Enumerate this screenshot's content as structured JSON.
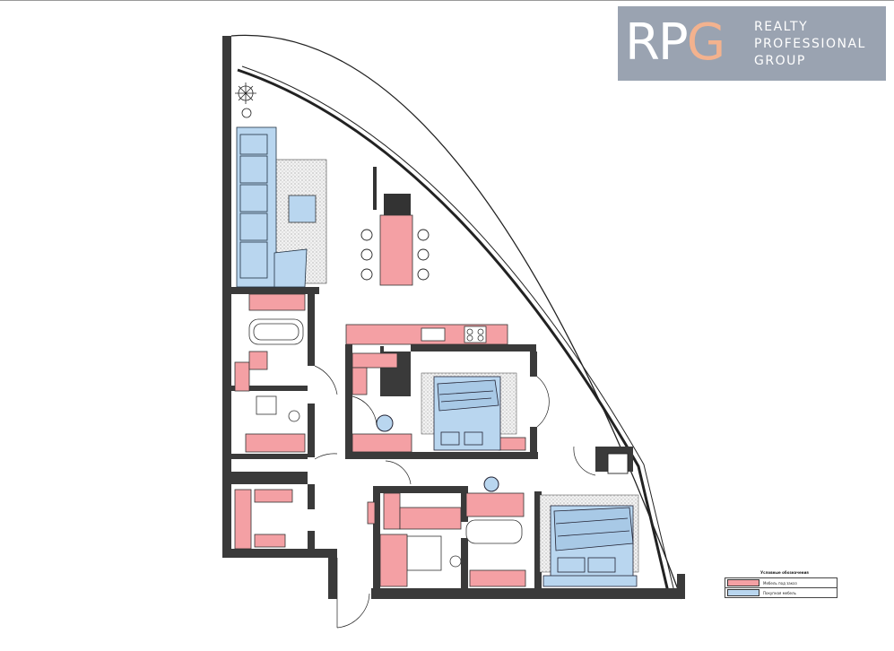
{
  "logo": {
    "mark_main": "RP",
    "mark_end": "G",
    "line1": "REALTY",
    "line2": "PROFESSIONAL",
    "line3": "GROUP"
  },
  "legend": {
    "title": "Условные обозначения",
    "items": [
      {
        "label": "Мебель под заказ",
        "color": "#f4a0a4"
      },
      {
        "label": "Покупная мебель",
        "color": "#b9d6ef"
      }
    ]
  },
  "colors": {
    "wall": "#3a3a3a",
    "custom_furniture": "#f4a0a4",
    "bought_furniture": "#b9d6ef",
    "rug": "#e6e6e6"
  }
}
